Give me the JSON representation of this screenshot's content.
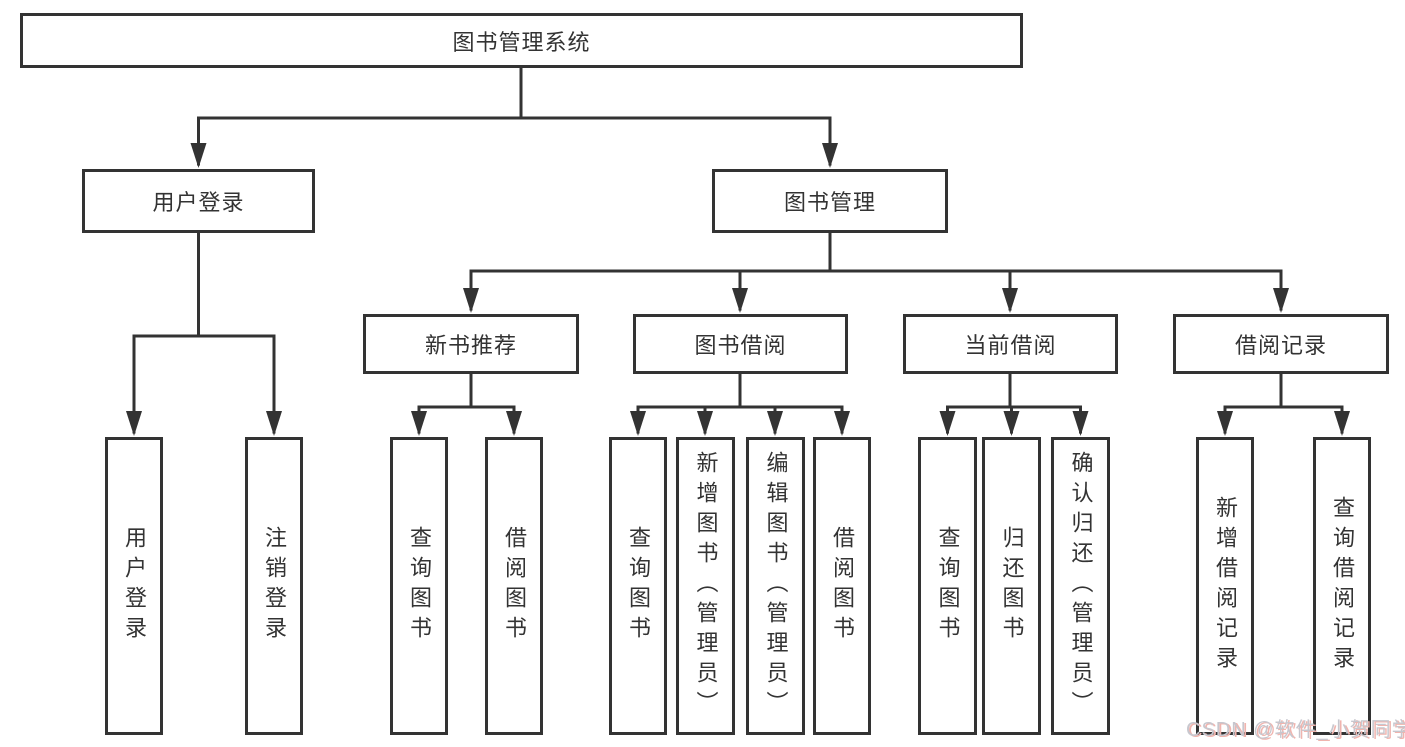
{
  "diagram": {
    "root": {
      "label": "图书管理系统"
    },
    "branches": {
      "user_login": {
        "label": "用户登录",
        "children": [
          {
            "label": "用户登录"
          },
          {
            "label": "注销登录"
          }
        ]
      },
      "book_management": {
        "label": "图书管理",
        "sections": [
          {
            "label": "新书推荐",
            "children": [
              {
                "label": "查询图书"
              },
              {
                "label": "借阅图书"
              }
            ]
          },
          {
            "label": "图书借阅",
            "children": [
              {
                "label": "查询图书"
              },
              {
                "label": "新增图书（管理员）"
              },
              {
                "label": "编辑图书（管理员）"
              },
              {
                "label": "借阅图书"
              }
            ]
          },
          {
            "label": "当前借阅",
            "children": [
              {
                "label": "查询图书"
              },
              {
                "label": "归还图书"
              },
              {
                "label": "确认归还（管理员）"
              }
            ]
          },
          {
            "label": "借阅记录",
            "children": [
              {
                "label": "新增借阅记录"
              },
              {
                "label": "查询借阅记录"
              }
            ]
          }
        ]
      }
    }
  },
  "watermark": {
    "text": "CSDN @软件_小贺同学"
  },
  "colors": {
    "line": "#333333",
    "text": "#333333",
    "node_background": "#ffffff",
    "watermark_gray": "#c7c7ce",
    "watermark_red": "#f0b4ae",
    "background": "#ffffff"
  }
}
